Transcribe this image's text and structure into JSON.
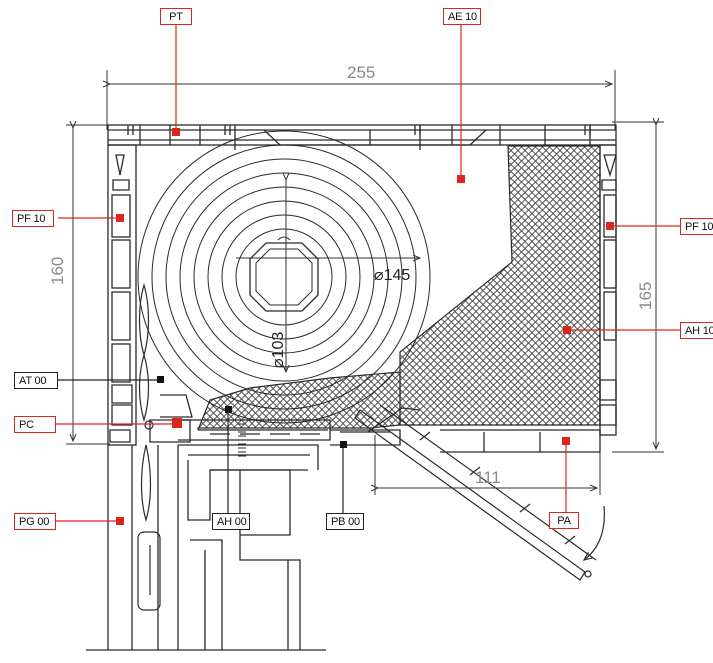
{
  "labels": {
    "pt": "PT",
    "ae10": "AE 10",
    "pf10_left": "PF 10",
    "pf10_right": "PF 10",
    "ah10": "AH 10",
    "at00": "AT 00",
    "pc": "PC",
    "pg00": "PG 00",
    "ah00": "AH 00",
    "pb00": "PB 00",
    "pa": "PA"
  },
  "dimensions": {
    "width": "255",
    "height_left": "160",
    "height_right": "165",
    "projection": "111",
    "roll_diameter_outer": "⌀145",
    "roll_diameter_inner": "⌀103"
  },
  "colors": {
    "callout_red": "#d9271c",
    "line_dark": "#2a2a2a",
    "dim_gray": "#8a8a8a"
  }
}
